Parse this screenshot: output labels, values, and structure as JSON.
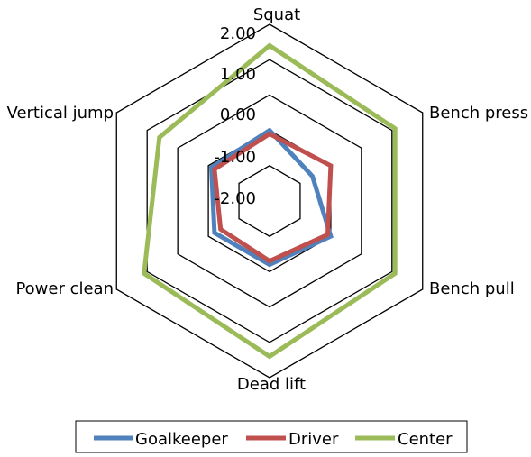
{
  "chart_data": {
    "type": "radar",
    "axes": [
      "Squat",
      "Bench press",
      "Bench pull",
      "Dead lift",
      "Power clean",
      "Vertical jump"
    ],
    "ticks": [
      "2.00",
      "1.00",
      "0.00",
      "-1.00",
      "-2.00"
    ],
    "rlim": [
      -3,
      2
    ],
    "grid": true,
    "legend": "bottom",
    "series": [
      {
        "name": "Goalkeeper",
        "color": "#4F81BD",
        "values": [
          -1.0,
          -1.6,
          -1.0,
          -1.2,
          -1.2,
          -1.1
        ]
      },
      {
        "name": "Driver",
        "color": "#C0504D",
        "values": [
          -1.1,
          -1.0,
          -1.1,
          -1.3,
          -1.4,
          -1.2
        ]
      },
      {
        "name": "Center",
        "color": "#9BBB59",
        "values": [
          1.4,
          1.1,
          1.1,
          1.4,
          1.1,
          0.6
        ]
      }
    ]
  }
}
